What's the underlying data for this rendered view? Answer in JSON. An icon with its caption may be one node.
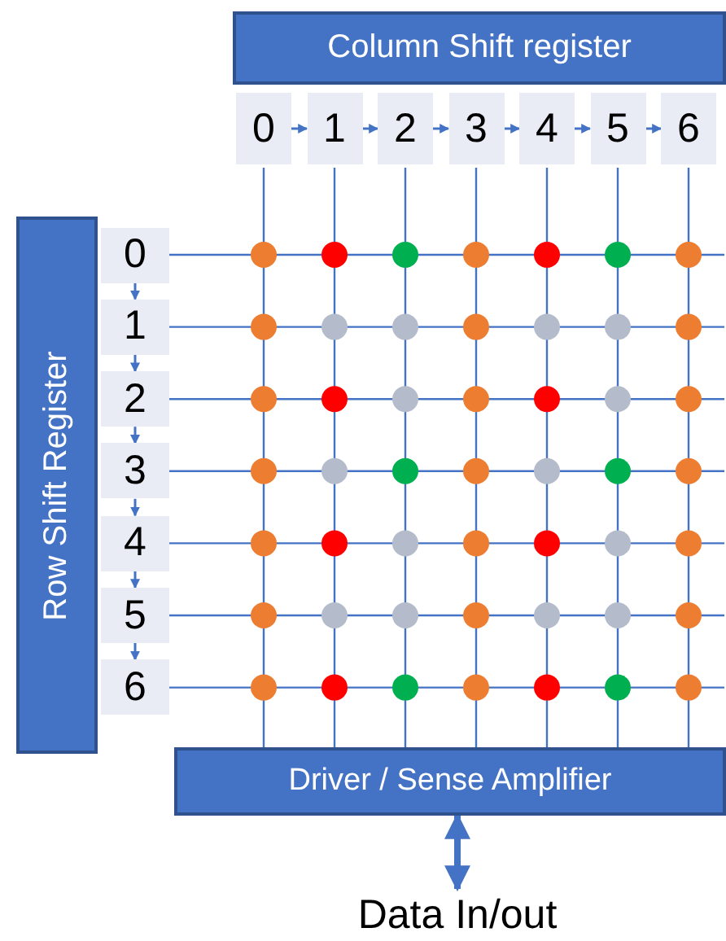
{
  "diagram": {
    "nodes": [
      {
        "text": [
          "Column Shift register"
        ]
      },
      {
        "text": [
          "0"
        ]
      },
      {
        "text": [
          "1"
        ]
      },
      {
        "text": [
          "2"
        ]
      },
      {
        "text": [
          "3"
        ]
      },
      {
        "text": [
          "4"
        ]
      },
      {
        "text": [
          "5"
        ]
      },
      {
        "text": [
          "6"
        ]
      },
      {
        "text": [
          "Row Shift Register"
        ]
      },
      {
        "text": [
          "0"
        ]
      },
      {
        "text": [
          "1"
        ]
      },
      {
        "text": [
          "2"
        ]
      },
      {
        "text": [
          "3"
        ]
      },
      {
        "text": [
          "4"
        ]
      },
      {
        "text": [
          "5"
        ]
      },
      {
        "text": [
          "6"
        ]
      },
      {
        "text": [
          "Driver / Sense Amplifier"
        ]
      },
      {
        "text": [
          "Data In/out"
        ]
      }
    ],
    "edges": [
      {
        "from": 1,
        "to": 2,
        "arrow": "to"
      },
      {
        "from": 2,
        "to": 3,
        "arrow": "to"
      },
      {
        "from": 3,
        "to": 4,
        "arrow": "to"
      },
      {
        "from": 4,
        "to": 5,
        "arrow": "to"
      },
      {
        "from": 5,
        "to": 6,
        "arrow": "to"
      },
      {
        "from": 6,
        "to": 7,
        "arrow": "to"
      },
      {
        "from": 9,
        "to": 10,
        "arrow": "to"
      },
      {
        "from": 10,
        "to": 11,
        "arrow": "to"
      },
      {
        "from": 11,
        "to": 12,
        "arrow": "to"
      },
      {
        "from": 12,
        "to": 13,
        "arrow": "to"
      },
      {
        "from": 13,
        "to": 14,
        "arrow": "to"
      },
      {
        "from": 14,
        "to": 15,
        "arrow": "to"
      },
      {
        "from": 1,
        "to": 16,
        "arrow": "none"
      },
      {
        "from": 2,
        "to": 16,
        "arrow": "none"
      },
      {
        "from": 3,
        "to": 16,
        "arrow": "none"
      },
      {
        "from": 4,
        "to": 16,
        "arrow": "none"
      },
      {
        "from": 5,
        "to": 16,
        "arrow": "none"
      },
      {
        "from": 6,
        "to": 16,
        "arrow": "none"
      },
      {
        "from": 7,
        "to": 16,
        "arrow": "none"
      },
      {
        "from": 9,
        "to": null,
        "arrow": "none"
      },
      {
        "from": 10,
        "to": null,
        "arrow": "none"
      },
      {
        "from": 11,
        "to": null,
        "arrow": "none"
      },
      {
        "from": 12,
        "to": null,
        "arrow": "none"
      },
      {
        "from": 13,
        "to": null,
        "arrow": "none"
      },
      {
        "from": 14,
        "to": null,
        "arrow": "none"
      },
      {
        "from": 15,
        "to": null,
        "arrow": "none"
      },
      {
        "from": 16,
        "to": 17,
        "arrow": "both",
        "style": "thick"
      }
    ]
  }
}
